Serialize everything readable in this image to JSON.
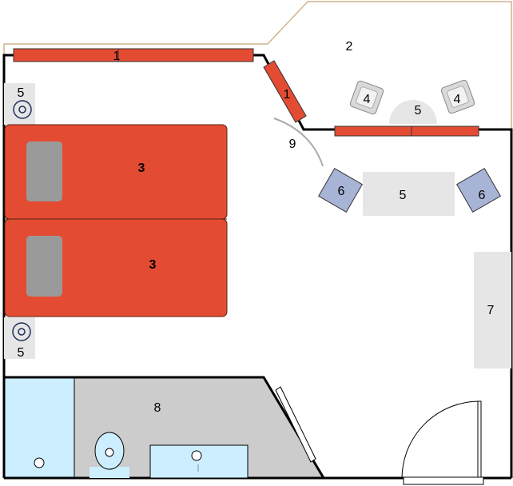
{
  "legend_numbers": {
    "wall_window": "1",
    "terrace": "2",
    "bed": "3",
    "terrace_chair": "4",
    "table": "5",
    "armchair": "6",
    "wardrobe": "7",
    "bathroom": "8",
    "door_swing": "9"
  },
  "labels": {
    "window_top": "1",
    "window_diag": "1",
    "terrace": "2",
    "bed_top": "3",
    "bed_bottom": "3",
    "chair_left": "4",
    "chair_right": "4",
    "terrace_table": "5",
    "nightstand_top": "5",
    "nightstand_bottom": "5",
    "table_center": "5",
    "armchair_left": "6",
    "armchair_right": "6",
    "wardrobe": "7",
    "bathroom": "8",
    "door_swing": "9"
  },
  "colors": {
    "bed": "#e34c32",
    "pillow": "#9a9a9a",
    "window": "#e34c32",
    "terrace_outline": "#d1b48c",
    "furniture_gray": "#e6e6e6",
    "armchair": "#a8b4d6",
    "bath_fill": "#cccccc",
    "fixture_blue": "#cceeff",
    "wall": "#000000"
  }
}
